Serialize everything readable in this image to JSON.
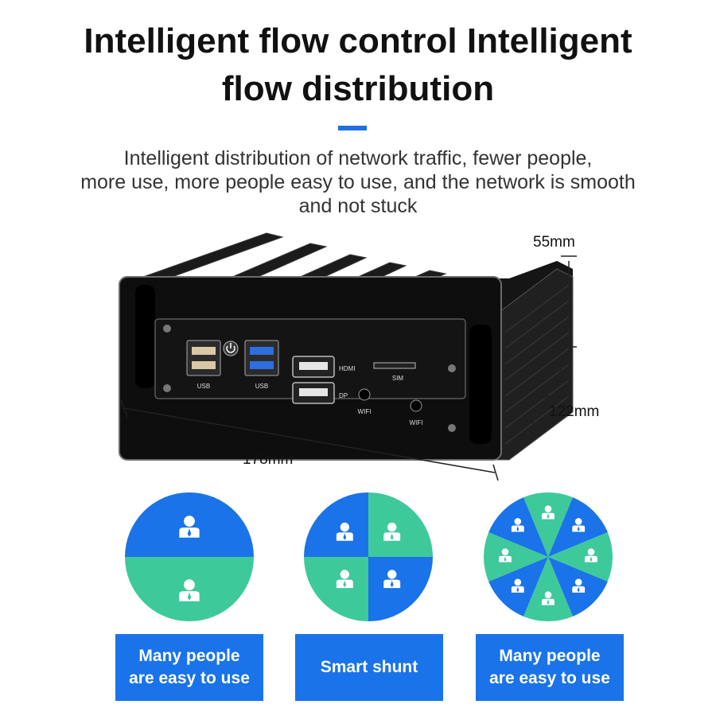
{
  "headline": {
    "line1": "Intelligent flow control Intelligent",
    "line2": "flow distribution"
  },
  "subtext": {
    "line1": "Intelligent distribution of network traffic, fewer people,",
    "line2": "more use, more people easy to use, and the network is smooth",
    "line3": "and not stuck"
  },
  "device": {
    "ports": {
      "usb_left": "USB",
      "usb_right": "USB",
      "hdmi": "HDMI",
      "dp": "DP",
      "sim": "SIM",
      "wifi_left": "WIFI",
      "wifi_right": "WIFI"
    },
    "dimensions": {
      "height": "55mm",
      "depth": "122mm",
      "width": "178mm"
    }
  },
  "diagrams": [
    {
      "segments": 2,
      "caption_line1": "Many people",
      "caption_line2": "are easy to use"
    },
    {
      "segments": 4,
      "caption_line1": "Smart shunt",
      "caption_line2": ""
    },
    {
      "segments": 8,
      "caption_line1": "Many people",
      "caption_line2": "are easy to use"
    }
  ],
  "colors": {
    "accent": "#1f6fe0",
    "segment_blue": "#1a73e8",
    "segment_green": "#3ec99b",
    "caption_bg": "#1a73e8"
  }
}
